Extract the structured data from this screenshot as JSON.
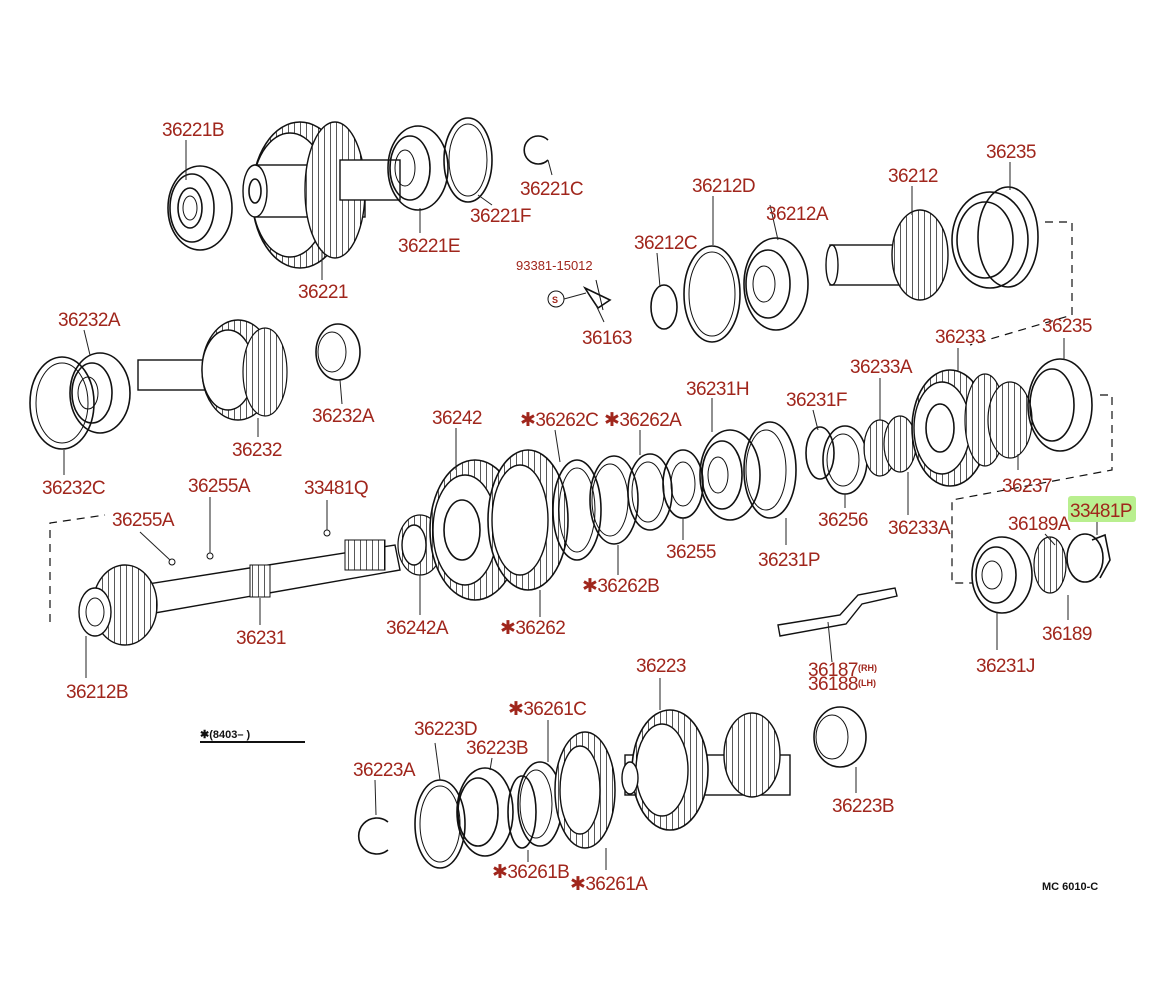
{
  "parts": {
    "p36221B": "36221B",
    "p36221": "36221",
    "p36221E": "36221E",
    "p36221F": "36221F",
    "p36221C": "36221C",
    "p36212D": "36212D",
    "p36212A": "36212A",
    "p36212": "36212",
    "p36235_top": "36235",
    "p36212C": "36212C",
    "p93381": "93381-15012",
    "p36163": "36163",
    "s_symbol": "S",
    "p36232A_top": "36232A",
    "p36232": "36232",
    "p36232A_mid": "36232A",
    "p36232C": "36232C",
    "p36242": "36242",
    "p36262C": "36262C",
    "p36262A": "36262A",
    "p36231H": "36231H",
    "p36231F": "36231F",
    "p36233A_top": "36233A",
    "p36233": "36233",
    "p36235_mid": "36235",
    "p36237": "36237",
    "p33481P": "33481P",
    "p36189A": "36189A",
    "p36189": "36189",
    "p36231J": "36231J",
    "p36255A_left": "36255A",
    "p36255A_mid": "36255A",
    "p33481Q": "33481Q",
    "p36231": "36231",
    "p36242A": "36242A",
    "p36262": "36262",
    "p36262B": "36262B",
    "p36255": "36255",
    "p36231P": "36231P",
    "p36256": "36256",
    "p36233A_bot": "36233A",
    "p36212B": "36212B",
    "p36187": "36187",
    "p36188": "36188",
    "rh": "(RH)",
    "lh": "(LH)",
    "p36223": "36223",
    "p36223D": "36223D",
    "p36223B_left": "36223B",
    "p36223A": "36223A",
    "p36261C": "36261C",
    "p36261B": "36261B",
    "p36261A": "36261A",
    "p36223B_right": "36223B",
    "star_note": "(8403–     )",
    "diagram_code": "MC 6010-C",
    "star": "✱"
  },
  "colors": {
    "label": "#a0261c",
    "ink": "#111111",
    "highlight": "#b9ef8f"
  }
}
